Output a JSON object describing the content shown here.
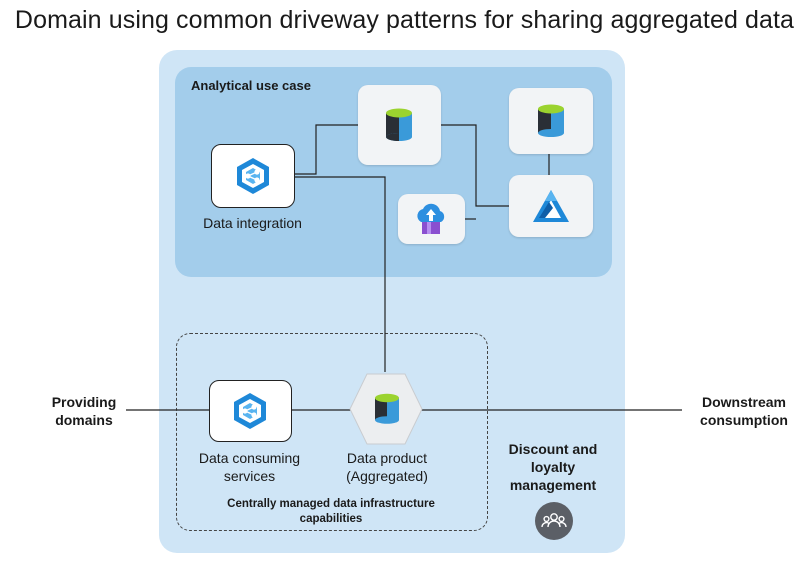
{
  "title": "Domain using common driveway patterns for sharing aggregated data",
  "analytical_label": "Analytical use case",
  "data_integration_label": "Data integration",
  "data_consuming_label_1": "Data consuming",
  "data_consuming_label_2": "services",
  "data_product_label_1": "Data product",
  "data_product_label_2": "(Aggregated)",
  "providing_1": "Providing",
  "providing_2": "domains",
  "downstream_1": "Downstream",
  "downstream_2": "consumption",
  "discount_1": "Discount and",
  "discount_2": "loyalty",
  "discount_3": "management",
  "capabilities_1": "Centrally managed data infrastructure",
  "capabilities_2": "capabilities",
  "colors": {
    "outer_bg": "#cfe5f6",
    "inner_bg": "#a3cdeb",
    "accent_blue": "#1e88d8",
    "db_green": "#9bd32f",
    "people_icon_bg": "#5b5f66"
  },
  "icons": [
    "data-factory-icon",
    "database-icon",
    "upload-cloud-icon",
    "synapse-icon",
    "people-icon"
  ]
}
